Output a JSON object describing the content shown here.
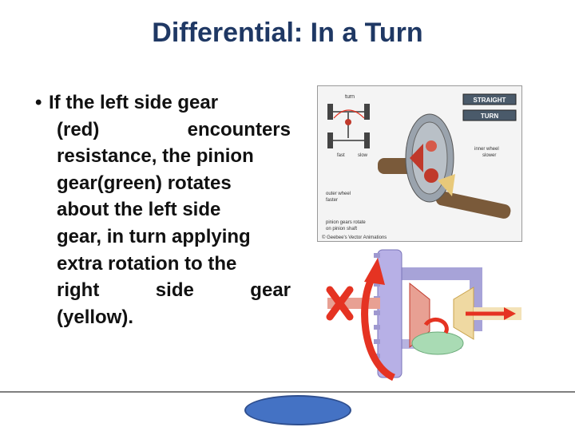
{
  "title": "Differential: In a Turn",
  "bullet": {
    "marker": "•",
    "lines": [
      "If  the  left  side  gear",
      "(red)        encounters",
      "resistance, the pinion",
      "gear(green)  rotates",
      "about  the  left  side",
      "gear, in turn applying",
      "extra  rotation  to  the",
      "right      side      gear",
      "(yellow)."
    ]
  },
  "figure_top": {
    "btn_straight": "STRAIGHT",
    "btn_turn": "TURN",
    "label_turn": "turn",
    "label_fast": "fast",
    "label_slow": "slow",
    "label_inner": [
      "inner wheel",
      "slower"
    ],
    "label_outer": [
      "outer wheel",
      "faster"
    ],
    "label_pinion": [
      "pinion gears rotate",
      "on pinion shaft"
    ],
    "credit": "© Geebee's Vector Animations"
  },
  "colors": {
    "title": "#1f3864",
    "gear_red": "#c0392b",
    "gear_green": "#7dbf8c",
    "gear_yellow": "#e8c97a",
    "frame_purple": "#a7a3d8",
    "shaft_brown": "#7a5a3a",
    "arrow_red": "#e53322",
    "oval_blue": "#4472c4"
  }
}
